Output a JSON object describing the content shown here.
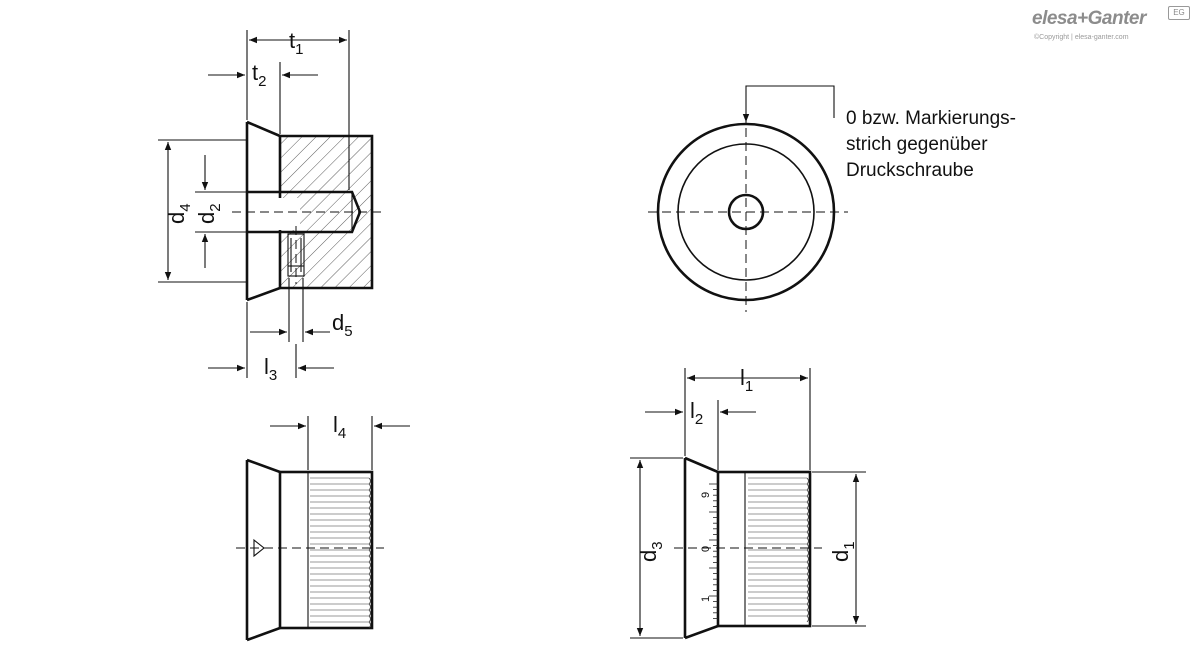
{
  "logo": {
    "brand": "elesa+Ganter",
    "copyright": "©Copyright | elesa-ganter.com",
    "badge": "EG"
  },
  "note": {
    "line1": "0 bzw. Markierungs-",
    "line2": "strich gegenüber",
    "line3": "Druckschraube"
  },
  "dimensions": {
    "t1": {
      "main": "t",
      "sub": "1"
    },
    "t2": {
      "main": "t",
      "sub": "2"
    },
    "d4": {
      "main": "d",
      "sub": "4"
    },
    "d2": {
      "main": "d",
      "sub": "2"
    },
    "d5": {
      "main": "d",
      "sub": "5"
    },
    "l3": {
      "main": "l",
      "sub": "3"
    },
    "l4": {
      "main": "l",
      "sub": "4"
    },
    "l1": {
      "main": "l",
      "sub": "1"
    },
    "l2": {
      "main": "l",
      "sub": "2"
    },
    "d3": {
      "main": "d",
      "sub": "3"
    },
    "d1": {
      "main": "d",
      "sub": "1"
    }
  },
  "scale": {
    "a": "9",
    "b": "0",
    "c": "1"
  }
}
